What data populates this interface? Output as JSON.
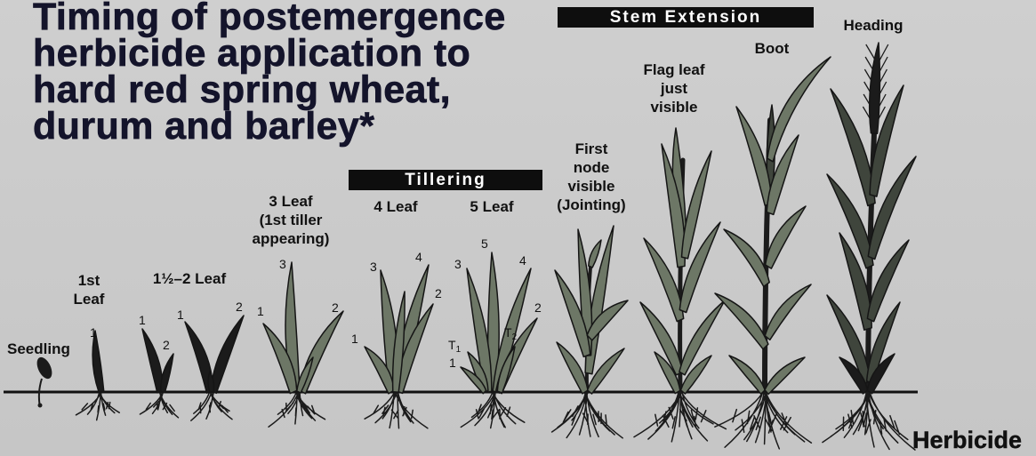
{
  "title": {
    "lines": [
      "Timing of postemergence",
      "herbicide application to",
      "hard red spring wheat,",
      "durum and barley*"
    ]
  },
  "phases": {
    "stem_extension": "Stem Extension",
    "tillering": "Tillering"
  },
  "stages": {
    "seedling": "Seedling",
    "first_leaf": [
      "1st",
      "Leaf"
    ],
    "one_half_to_two_leaf": "1½–2 Leaf",
    "three_leaf": [
      "3 Leaf",
      "(1st tiller",
      "appearing)"
    ],
    "four_leaf": "4 Leaf",
    "five_leaf": "5 Leaf",
    "first_node": [
      "First",
      "node",
      "visible",
      "(Jointing)"
    ],
    "flag_leaf": [
      "Flag leaf",
      "just",
      "visible"
    ],
    "boot": "Boot",
    "heading": "Heading"
  },
  "leaf_labels": {
    "first_leaf": [
      "1"
    ],
    "two_leaf_a": [
      "1",
      "2"
    ],
    "two_leaf_b": [
      "1",
      "2"
    ],
    "three_leaf": [
      "3",
      "1",
      "2"
    ],
    "four_leaf": [
      "3",
      "4",
      "2",
      "1"
    ],
    "five_leaf": {
      "leaf5": "5",
      "leaf3": "3",
      "leaf4": "4",
      "leaf2": "2",
      "leaf1": "1",
      "tiller1": {
        "mark": "T",
        "sub": "1"
      },
      "tiller2": {
        "mark": "T",
        "sub": "2"
      }
    }
  },
  "footer": {
    "label": "Herbicide"
  },
  "colors": {
    "background": "#c9c9c9",
    "text": "#111111",
    "title": "#14142b",
    "phase_bar": "#0e0e0e",
    "phase_bar_text": "#ffffff",
    "plant_dark": "#1b1b1b",
    "plant_leaf": "#6d7766",
    "plant_leaf_mature": "#3f453c",
    "ground": "#111111"
  }
}
